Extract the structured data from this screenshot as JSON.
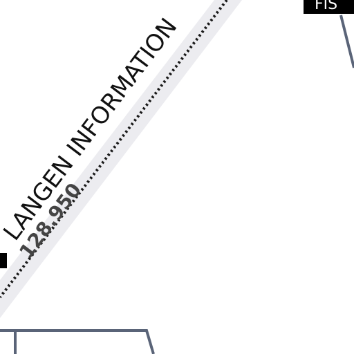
{
  "airspace": {
    "fir_name": "LANGEN INFORMATION",
    "frequency": "128.950",
    "fis_label": "FIS"
  },
  "colors": {
    "boundary_band": "#ececf0",
    "boundary_dots": "#1a1a1a",
    "airspace_line": "#5a6478",
    "label_box": "#000000",
    "frequency_text": "#444444"
  }
}
